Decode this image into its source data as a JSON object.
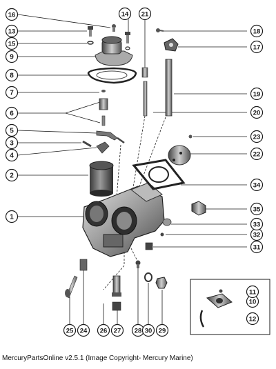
{
  "caption": "MercuryPartsOnline v2.5.1 (Image Copyright- Mercury Marine)",
  "colors": {
    "ink": "#1a1a1a",
    "part_dark": "#555555",
    "part_mid": "#8a8a8a",
    "part_light": "#c8c8c8",
    "callout_fill": "#ffffff"
  },
  "callouts": [
    "1",
    "2",
    "3",
    "4",
    "5",
    "6",
    "7",
    "8",
    "9",
    "10",
    "11",
    "12",
    "13",
    "14",
    "15",
    "16",
    "17",
    "18",
    "19",
    "20",
    "21",
    "22",
    "23",
    "24",
    "25",
    "26",
    "27",
    "28",
    "29",
    "30",
    "31",
    "32",
    "33",
    "34",
    "35"
  ]
}
